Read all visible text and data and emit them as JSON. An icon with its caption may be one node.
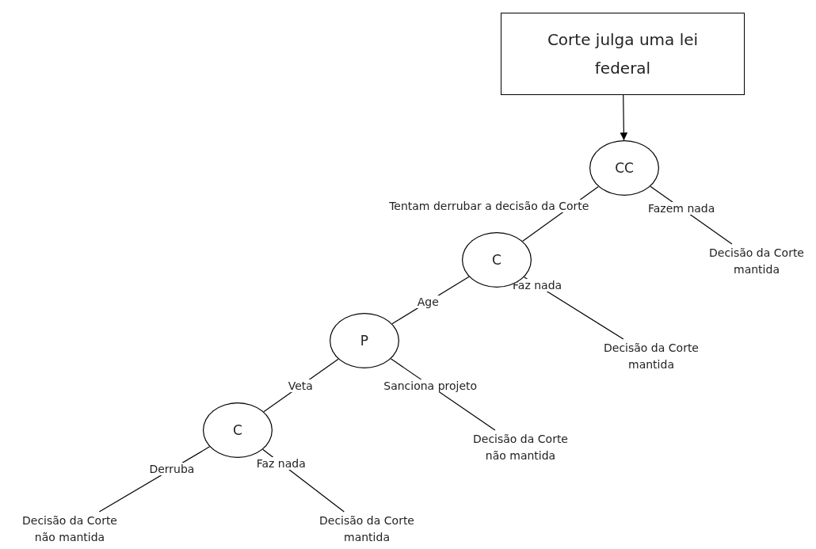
{
  "diagram": {
    "nodes": [
      {
        "text": [
          "Corte julga uma lei federal"
        ]
      },
      {
        "text": [
          "CC"
        ]
      },
      {
        "text": [
          "C"
        ]
      },
      {
        "text": [
          "Decisão da Corte mantida"
        ]
      },
      {
        "text": [
          "P"
        ]
      },
      {
        "text": [
          "Decisão da Corte mantida"
        ]
      },
      {
        "text": [
          "C"
        ]
      },
      {
        "text": [
          "Decisão da Corte não mantida"
        ]
      },
      {
        "text": [
          "Decisão da Corte não mantida"
        ]
      },
      {
        "text": [
          "Decisão da Corte mantida"
        ]
      }
    ],
    "edges": [
      {
        "from": 0,
        "to": 1,
        "arrow": "to"
      },
      {
        "from": 1,
        "to": 2,
        "arrow": "none",
        "label": "Tentam derrubar a decisão da Corte"
      },
      {
        "from": 1,
        "to": 3,
        "arrow": "none",
        "label": "Fazem nada"
      },
      {
        "from": 2,
        "to": 4,
        "arrow": "none",
        "label": "Age"
      },
      {
        "from": 2,
        "to": 5,
        "arrow": "none",
        "label": "Faz nada"
      },
      {
        "from": 4,
        "to": 6,
        "arrow": "none",
        "label": "Veta"
      },
      {
        "from": 4,
        "to": 7,
        "arrow": "none",
        "label": "Sanciona projeto"
      },
      {
        "from": 6,
        "to": 8,
        "arrow": "none",
        "label": "Derruba"
      },
      {
        "from": 6,
        "to": 9,
        "arrow": "none",
        "label": "Faz nada"
      }
    ]
  }
}
